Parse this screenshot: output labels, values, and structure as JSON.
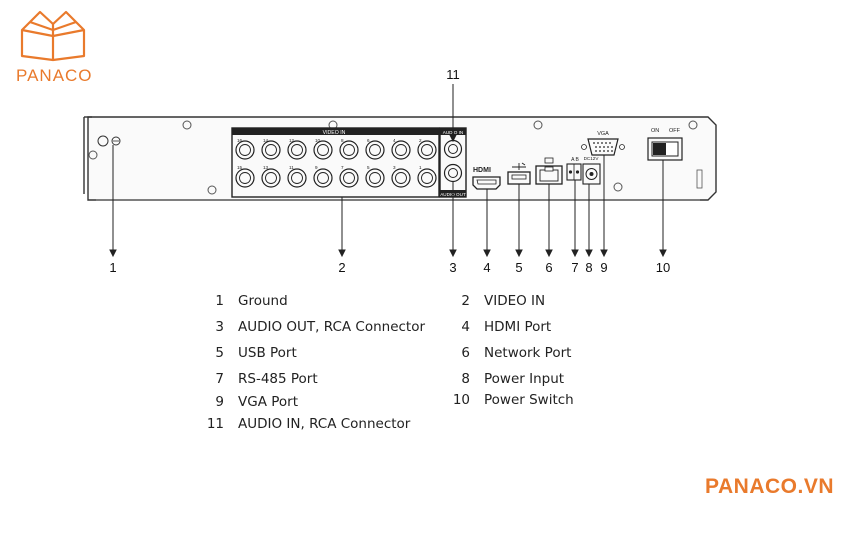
{
  "logo": {
    "text": "PANACO",
    "color": "#e97a2c"
  },
  "brand": {
    "text": "PANACO.VN",
    "color": "#e97a2c"
  },
  "panel": {
    "video_in_label": "VIDEO IN",
    "audio_in_label": "AUDIO IN",
    "audio_out_label": "AUDIO OUT",
    "hdmi_label": "HDMI",
    "vga_label": "VGA",
    "ab_label": "A B",
    "dc_label": "DC12V",
    "on_label": "ON",
    "off_label": "OFF",
    "top_row_numbers": [
      "16",
      "14",
      "12",
      "10",
      "8",
      "6",
      "4",
      "2"
    ],
    "bottom_row_numbers": [
      "15",
      "13",
      "11",
      "9",
      "7",
      "5",
      "3",
      "1"
    ]
  },
  "callouts": [
    "1",
    "2",
    "3",
    "4",
    "5",
    "6",
    "7",
    "8",
    "9",
    "10",
    "11"
  ],
  "legend": [
    {
      "num": "1",
      "label": "Ground"
    },
    {
      "num": "2",
      "label": "VIDEO IN"
    },
    {
      "num": "3",
      "label": "AUDIO OUT, RCA Connector"
    },
    {
      "num": "4",
      "label": "HDMI Port"
    },
    {
      "num": "5",
      "label": "USB Port"
    },
    {
      "num": "6",
      "label": "Network Port"
    },
    {
      "num": "7",
      "label": "RS-485 Port"
    },
    {
      "num": "8",
      "label": "Power Input"
    },
    {
      "num": "9",
      "label": "VGA Port"
    },
    {
      "num": "10",
      "label": "Power Switch"
    },
    {
      "num": "11",
      "label": "AUDIO IN, RCA Connector"
    }
  ]
}
